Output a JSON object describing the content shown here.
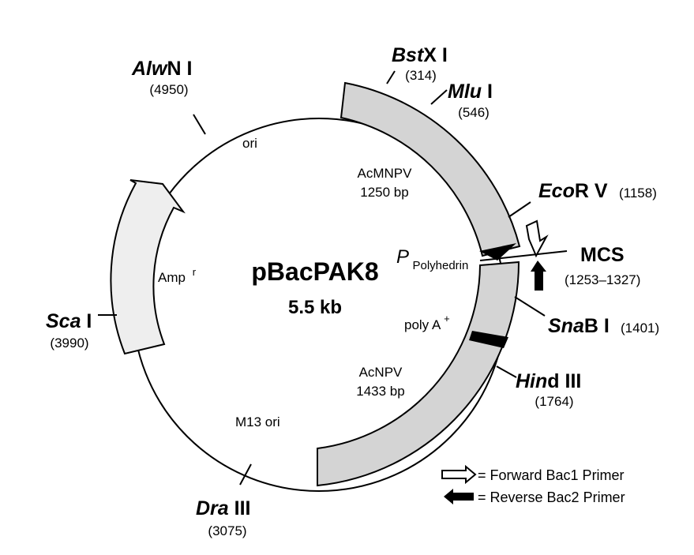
{
  "plasmid": {
    "name": "pBacPAK8",
    "size": "5.5 kb"
  },
  "sites": {
    "alwn": {
      "italic": "Alw",
      "rest": "N I",
      "pos": "(4950)"
    },
    "bstx": {
      "italic": "Bst",
      "rest": "X I",
      "pos": "(314)"
    },
    "mlu": {
      "italic": "Mlu",
      "rest": " I",
      "pos": "(546)"
    },
    "ecorv": {
      "italic": "Eco",
      "rest": "R V",
      "pos": "(1158)"
    },
    "snab": {
      "italic": "Sna",
      "rest": "B I",
      "pos": "(1401)"
    },
    "hind": {
      "italic": "Hin",
      "rest": "d III",
      "pos": "(1764)"
    },
    "dra": {
      "italic": "Dra",
      "rest": " III",
      "pos": "(3075)"
    },
    "sca": {
      "italic": "Sca",
      "rest": " I",
      "pos": "(3990)"
    }
  },
  "features": {
    "ori": "ori",
    "acmnpv_name": "AcMNPV",
    "acmnpv_size": "1250 bp",
    "p_letter": "P",
    "p_sub": "Polyhedrin",
    "amp": "Amp",
    "amp_sup": "r",
    "polya": "poly A",
    "polya_sup": "+",
    "acnpv_name": "AcNPV",
    "acnpv_size": "1433 bp",
    "m13": "M13 ori"
  },
  "mcs": {
    "label": "MCS",
    "range": "(1253–1327)"
  },
  "legend": {
    "forward": "= Forward Bac1 Primer",
    "reverse": "= Reverse Bac2 Primer"
  },
  "colors": {
    "insert_fill": "#d4d4d4",
    "amp_fill": "#eeeeee",
    "line": "#000000",
    "background": "#ffffff"
  }
}
